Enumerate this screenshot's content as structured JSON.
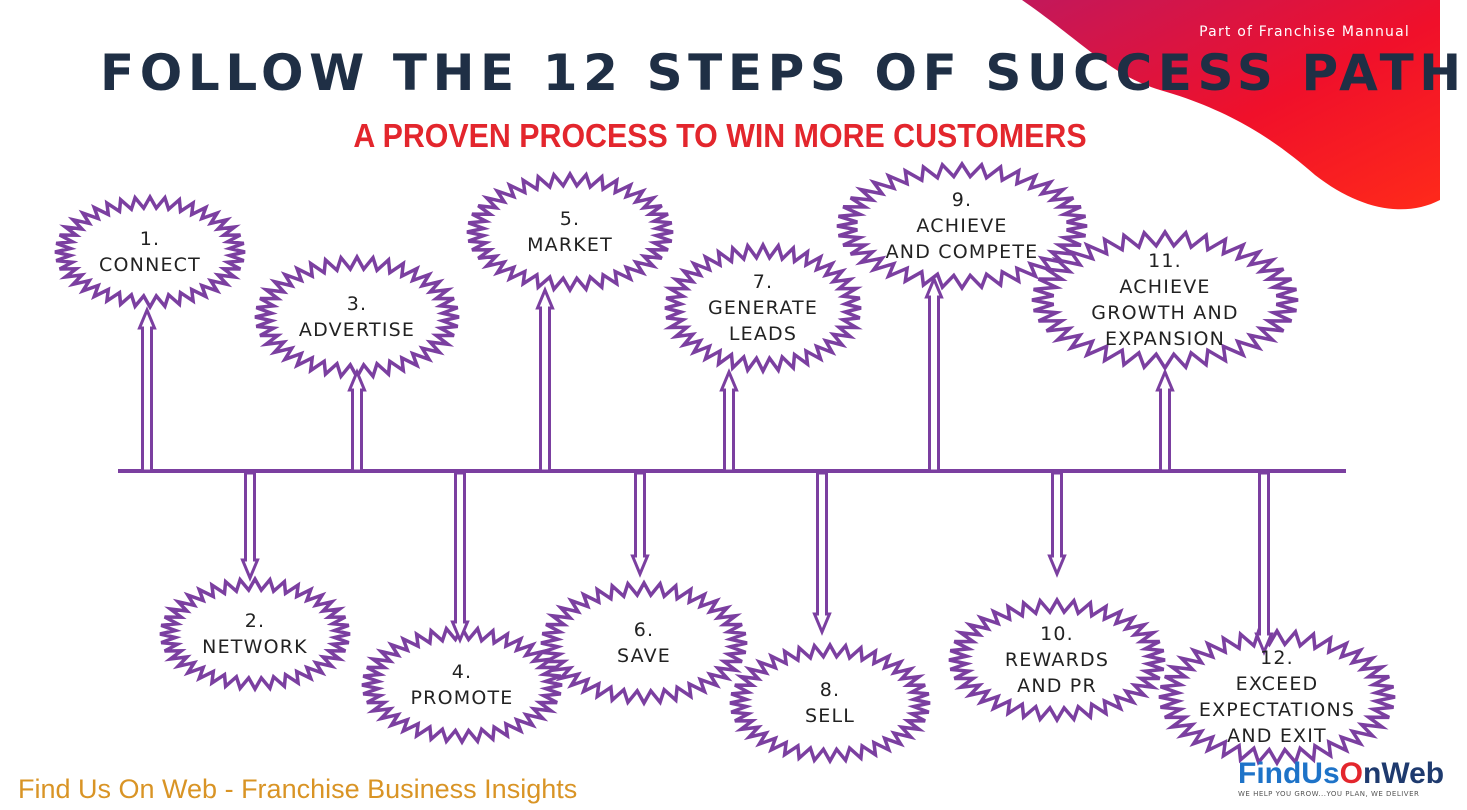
{
  "header": {
    "tagline": "Part of  Franchise Mannual",
    "title": "FOLLOW THE 12 STEPS OF SUCCESS PATH",
    "subtitle": "A PROVEN PROCESS TO WIN MORE CUSTOMERS"
  },
  "colors": {
    "title": "#1f2f45",
    "subtitle": "#e3262d",
    "timeline": "#7b3fa0",
    "badge_stroke": "#7b3fa0",
    "footer": "#d99425",
    "blob_start": "#c2185b",
    "blob_end": "#ff1a1a"
  },
  "steps": [
    {
      "number": "1.",
      "label": "CONNECT"
    },
    {
      "number": "2.",
      "label": "NETWORK"
    },
    {
      "number": "3.",
      "label": "ADVERTISE"
    },
    {
      "number": "4.",
      "label": "PROMOTE"
    },
    {
      "number": "5.",
      "label": "MARKET"
    },
    {
      "number": "6.",
      "label": "SAVE"
    },
    {
      "number": "7.",
      "label": "GENERATE LEADS"
    },
    {
      "number": "8.",
      "label": "SELL"
    },
    {
      "number": "9.",
      "label": "ACHIEVE AND COMPETE"
    },
    {
      "number": "10.",
      "label": "REWARDS AND PR"
    },
    {
      "number": "11.",
      "label": "ACHIEVE GROWTH AND EXPANSION"
    },
    {
      "number": "12.",
      "label": "EXCEED EXPECTATIONS AND EXIT"
    }
  ],
  "footer": {
    "text": "Find Us On Web - Franchise Business  Insights",
    "logo_part1": "FindUs",
    "logo_pin": "O",
    "logo_part2": "nWeb",
    "logo_tagline": "WE HELP YOU GROW...YOU PLAN, WE DELIVER"
  }
}
